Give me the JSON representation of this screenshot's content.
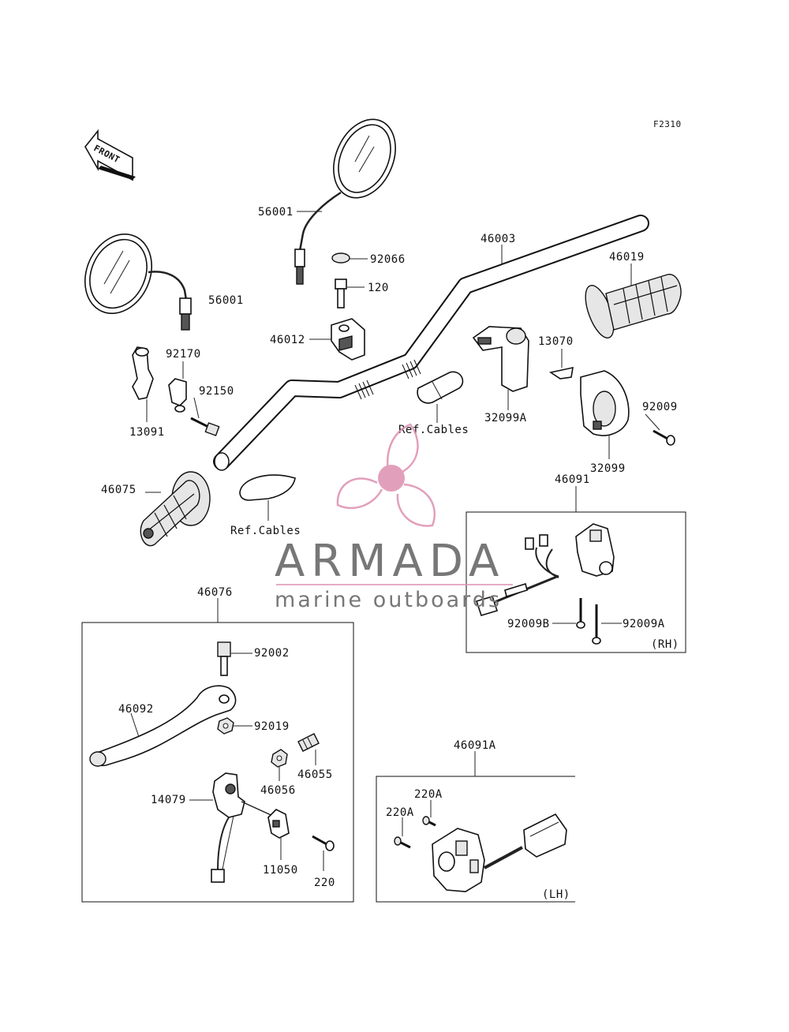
{
  "figure_code": "F2310",
  "front_arrow_label": "FRONT",
  "parts": {
    "mirror_right": "56001",
    "mirror_left": "56001",
    "handlebar": "46003",
    "grip_right": "46019",
    "washer": "92066",
    "bolt_120": "120",
    "holder": "46012",
    "clamp_13070": "13070",
    "housing_32099a": "32099A",
    "housing_32099": "32099",
    "screw_92009": "92009",
    "bracket_92170": "92170",
    "bolt_92150": "92150",
    "bracket_13091": "13091",
    "grip_left": "46075",
    "lever_assy": "46076",
    "bolt_92002": "92002",
    "lever": "46092",
    "nut_92019": "92019",
    "adjuster_46055": "46055",
    "nut_46056": "46056",
    "lever_holder": "14079",
    "switch_11050": "11050",
    "screw_220": "220",
    "switch_rh": "46091",
    "screw_92009b": "92009B",
    "screw_92009a": "92009A",
    "switch_lh": "46091A",
    "screw_220a_top": "220A",
    "screw_220a_left": "220A"
  },
  "ref_cables_label": "Ref.Cables",
  "box_labels": {
    "rh": "(RH)",
    "lh": "(LH)"
  },
  "watermark": {
    "brand": "ARMADA",
    "tagline": "marine outboards",
    "logo_color": "#dd8fb0",
    "text_color": "#777777"
  }
}
